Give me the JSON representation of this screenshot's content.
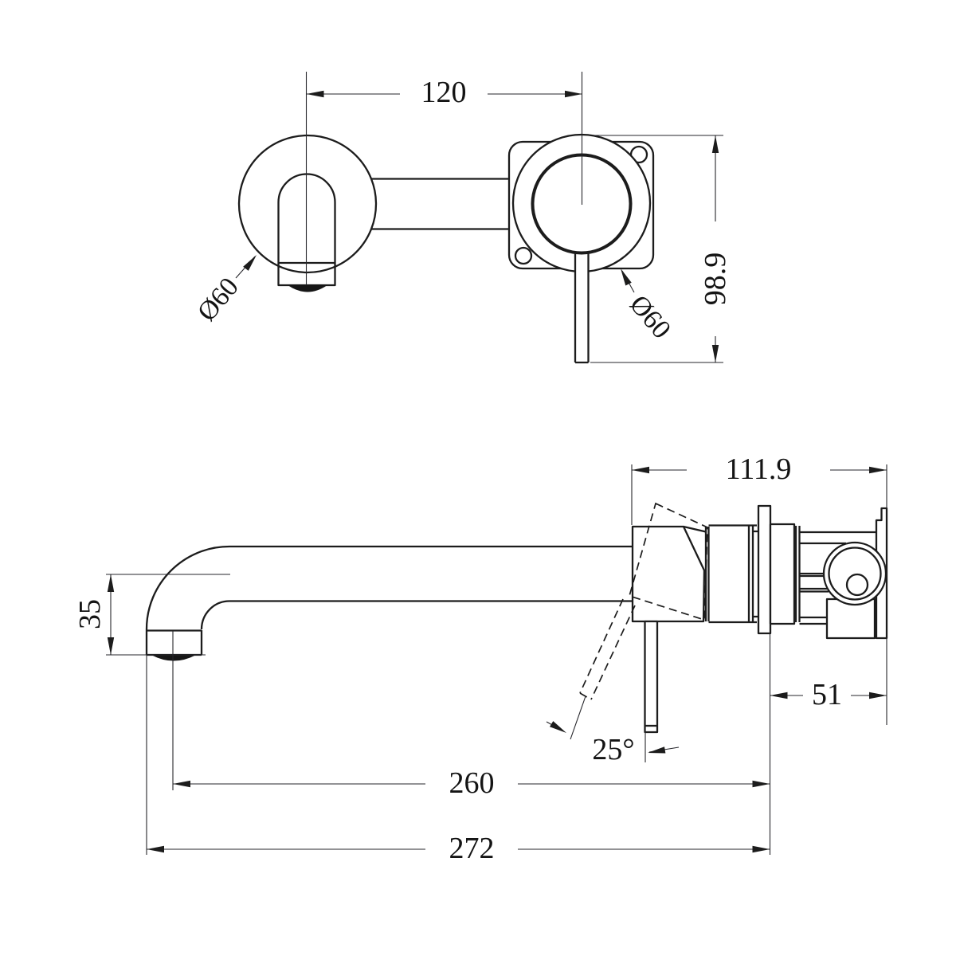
{
  "drawing": {
    "colors": {
      "line": "#1c1c1c",
      "dim_line": "#26262b",
      "text": "#141414",
      "background": "#ffffff"
    },
    "dims": {
      "center_spacing": "120",
      "plate_height": "98.9",
      "spout_plate_diameter": "Ø60",
      "mixer_plate_diameter": "Ø60",
      "projection": "111.9",
      "spout_drop": "35",
      "behind_wall_depth": "51",
      "spout_reach": "260",
      "overall_reach": "272",
      "handle_angle": "25°"
    }
  }
}
